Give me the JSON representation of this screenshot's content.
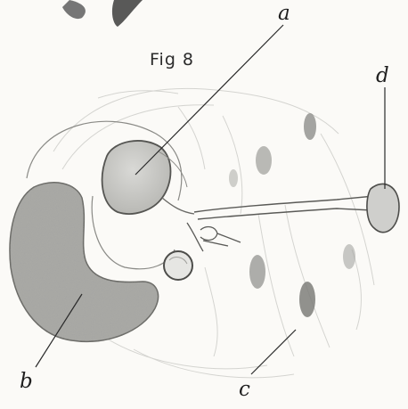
{
  "figure": {
    "title": "Fig 8",
    "labels": {
      "a": "a",
      "b": "b",
      "c": "c",
      "d": "d"
    }
  }
}
